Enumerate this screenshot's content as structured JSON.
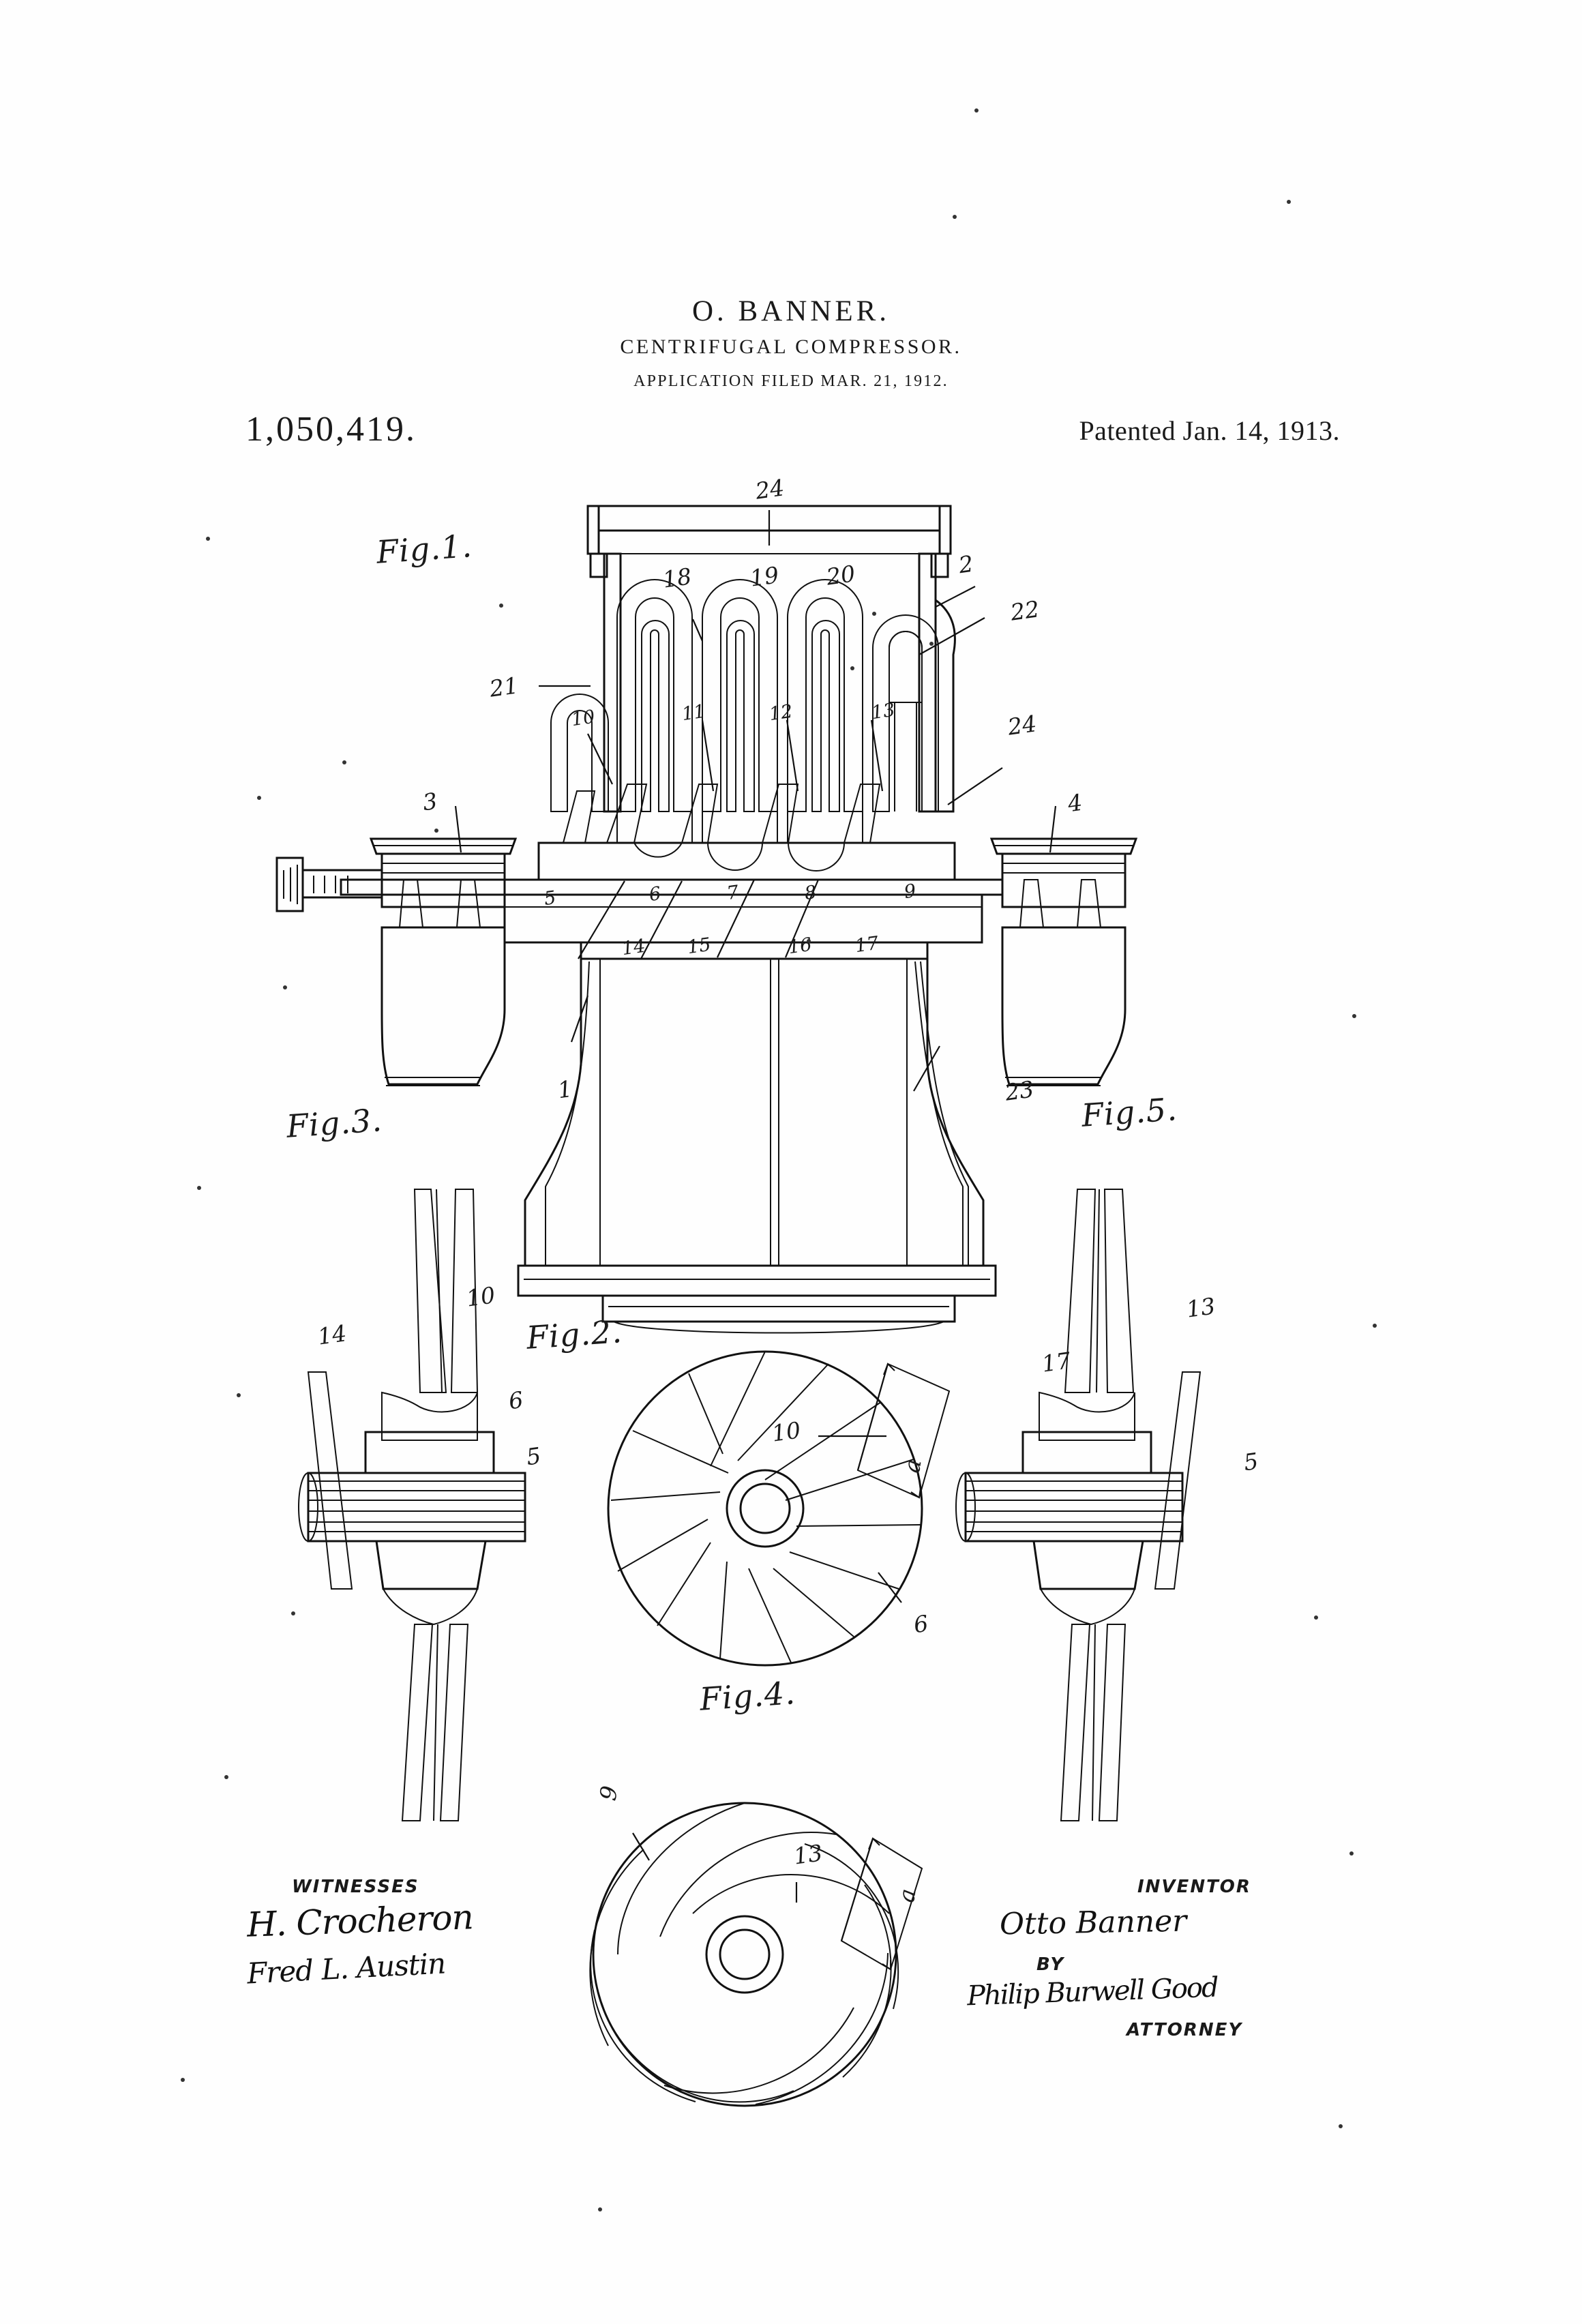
{
  "header": {
    "inventor_name": "O. BANNER.",
    "invention_title": "CENTRIFUGAL COMPRESSOR.",
    "application_line": "APPLICATION FILED MAR. 21, 1912.",
    "patent_number": "1,050,419.",
    "patent_date": "Patented Jan. 14, 1913."
  },
  "figures": {
    "fig1": "Fig.1.",
    "fig2": "Fig.2.",
    "fig3": "Fig.3.",
    "fig4": "Fig.4.",
    "fig5": "Fig.5."
  },
  "numerals": {
    "fig1": {
      "n24_top": "24",
      "n18": "18",
      "n19": "19",
      "n20": "20",
      "n2": "2",
      "n22": "22",
      "n21": "21",
      "n10": "10",
      "n11": "11",
      "n12": "12",
      "n13": "13",
      "n24_right": "24",
      "n3": "3",
      "n4": "4",
      "n5": "5",
      "n6": "6",
      "n7": "7",
      "n8": "8",
      "n9": "9",
      "n14": "14",
      "n15": "15",
      "n16": "16",
      "n17": "17",
      "n1": "1",
      "n23": "23"
    },
    "fig2": {
      "n10": "10",
      "na": "a",
      "n6": "6"
    },
    "fig3": {
      "n14": "14",
      "n10": "10",
      "n6": "6",
      "n5": "5"
    },
    "fig4": {
      "n9": "9",
      "n13": "13",
      "na": "a"
    },
    "fig5": {
      "n13": "13",
      "n17": "17",
      "n5": "5"
    }
  },
  "signatures": {
    "witnesses_label": "WITNESSES",
    "witness_1": "H. Crocheron",
    "witness_2": "Fred L. Austin",
    "inventor_label": "INVENTOR",
    "inventor_signature": "Otto Banner",
    "by_label": "BY",
    "attorney_signature": "Philip Burwell Good",
    "attorney_label": "ATTORNEY"
  },
  "colors": {
    "ink": "#111111",
    "paper": "#fefefe"
  }
}
